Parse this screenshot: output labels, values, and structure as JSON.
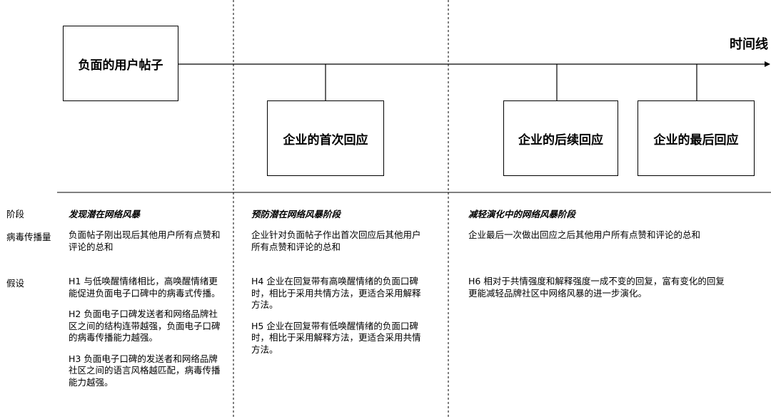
{
  "timeline": {
    "label": "时间线"
  },
  "boxes": {
    "negative_post": "负面的用户帖子",
    "first_response": "企业的首次回应",
    "followup_response": "企业的后续回应",
    "final_response": "企业的最后回应"
  },
  "row_labels": {
    "stage": "阶段",
    "viral_volume": "病毒传播量",
    "hypothesis": "假设"
  },
  "columns": [
    {
      "stage": "发现潜在网络风暴",
      "viral_volume": "负面帖子刚出现后其他用户所有点赞和评论的总和",
      "hypotheses": [
        "H1 与低唤醒情绪相比，高唤醒情绪更能促进负面电子口碑中的病毒式传播。",
        "H2 负面电子口碑发送者和网络品牌社区之间的结构连带越强，负面电子口碑的病毒传播能力越强。",
        "H3 负面电子口碑的发送者和网络品牌社区之间的语言风格越匹配，病毒传播能力越强。"
      ]
    },
    {
      "stage": "预防潜在网络风暴阶段",
      "viral_volume": "企业针对负面帖子作出首次回应后其他用户所有点赞和评论的总和",
      "hypotheses": [
        "H4 企业在回复带有高唤醒情绪的负面口碑时，相比于采用共情方法，更适合采用解释方法。",
        "H5 企业在回复带有低唤醒情绪的负面口碑时，相比于采用解释方法，更适合采用共情方法。"
      ]
    },
    {
      "stage": "减轻演化中的网络风暴阶段",
      "viral_volume": "企业最后一次做出回应之后其他用户所有点赞和评论的总和",
      "hypotheses": [
        "H6 相对于共情强度和解释强度一成不变的回复，富有变化的回复更能减轻品牌社区中网络风暴的进一步演化。"
      ]
    }
  ]
}
